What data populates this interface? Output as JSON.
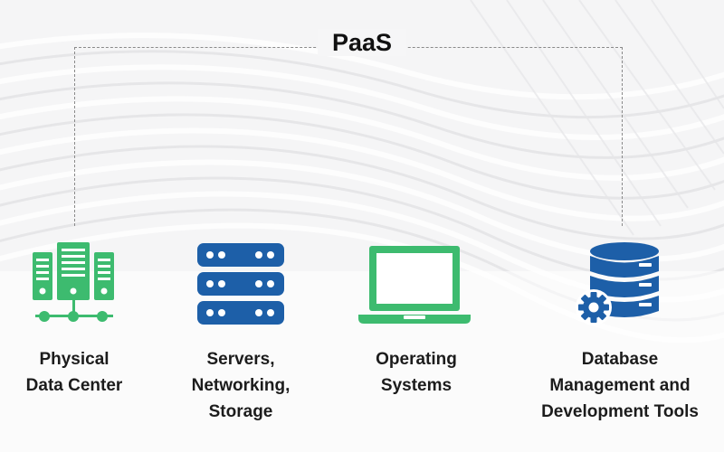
{
  "title": "PaaS",
  "colors": {
    "green": "#3dbb6f",
    "blue": "#1d5fa8",
    "text": "#1c1c1c",
    "dashed_line": "#8a8a8a"
  },
  "items": [
    {
      "icon": "data-center-icon",
      "lines": [
        "Physical",
        "Data Center"
      ]
    },
    {
      "icon": "server-stack-icon",
      "lines": [
        "Servers,",
        "Networking,",
        "Storage"
      ]
    },
    {
      "icon": "laptop-icon",
      "lines": [
        "Operating",
        "Systems"
      ]
    },
    {
      "icon": "database-gear-icon",
      "lines": [
        "Database",
        "Management and",
        "Development Tools"
      ]
    }
  ]
}
